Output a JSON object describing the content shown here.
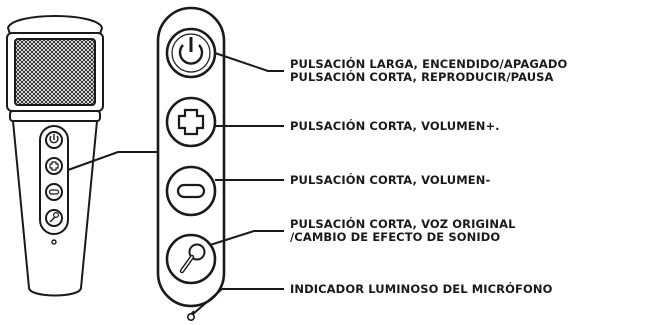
{
  "labels": {
    "power_line1": "PULSACIÓN LARGA, ENCENDIDO/APAGADO",
    "power_line2": "PULSACIÓN CORTA, REPRODUCIR/PAUSA",
    "volume_up": "PULSACIÓN CORTA, VOLUMEN+.",
    "volume_down": "PULSACIÓN CORTA, VOLUMEN-",
    "mode_line1": "PULSACIÓN CORTA, VOZ ORIGINAL",
    "mode_line2": "/CAMBIO DE EFECTO DE SONIDO",
    "indicator": "INDICADOR LUMINOSO DEL MICRÓFONO"
  },
  "colors": {
    "stroke": "#1a1a1a",
    "background": "#ffffff"
  },
  "icons": [
    "power-icon",
    "plus-icon",
    "minus-icon",
    "microphone-icon",
    "indicator-light-icon"
  ]
}
